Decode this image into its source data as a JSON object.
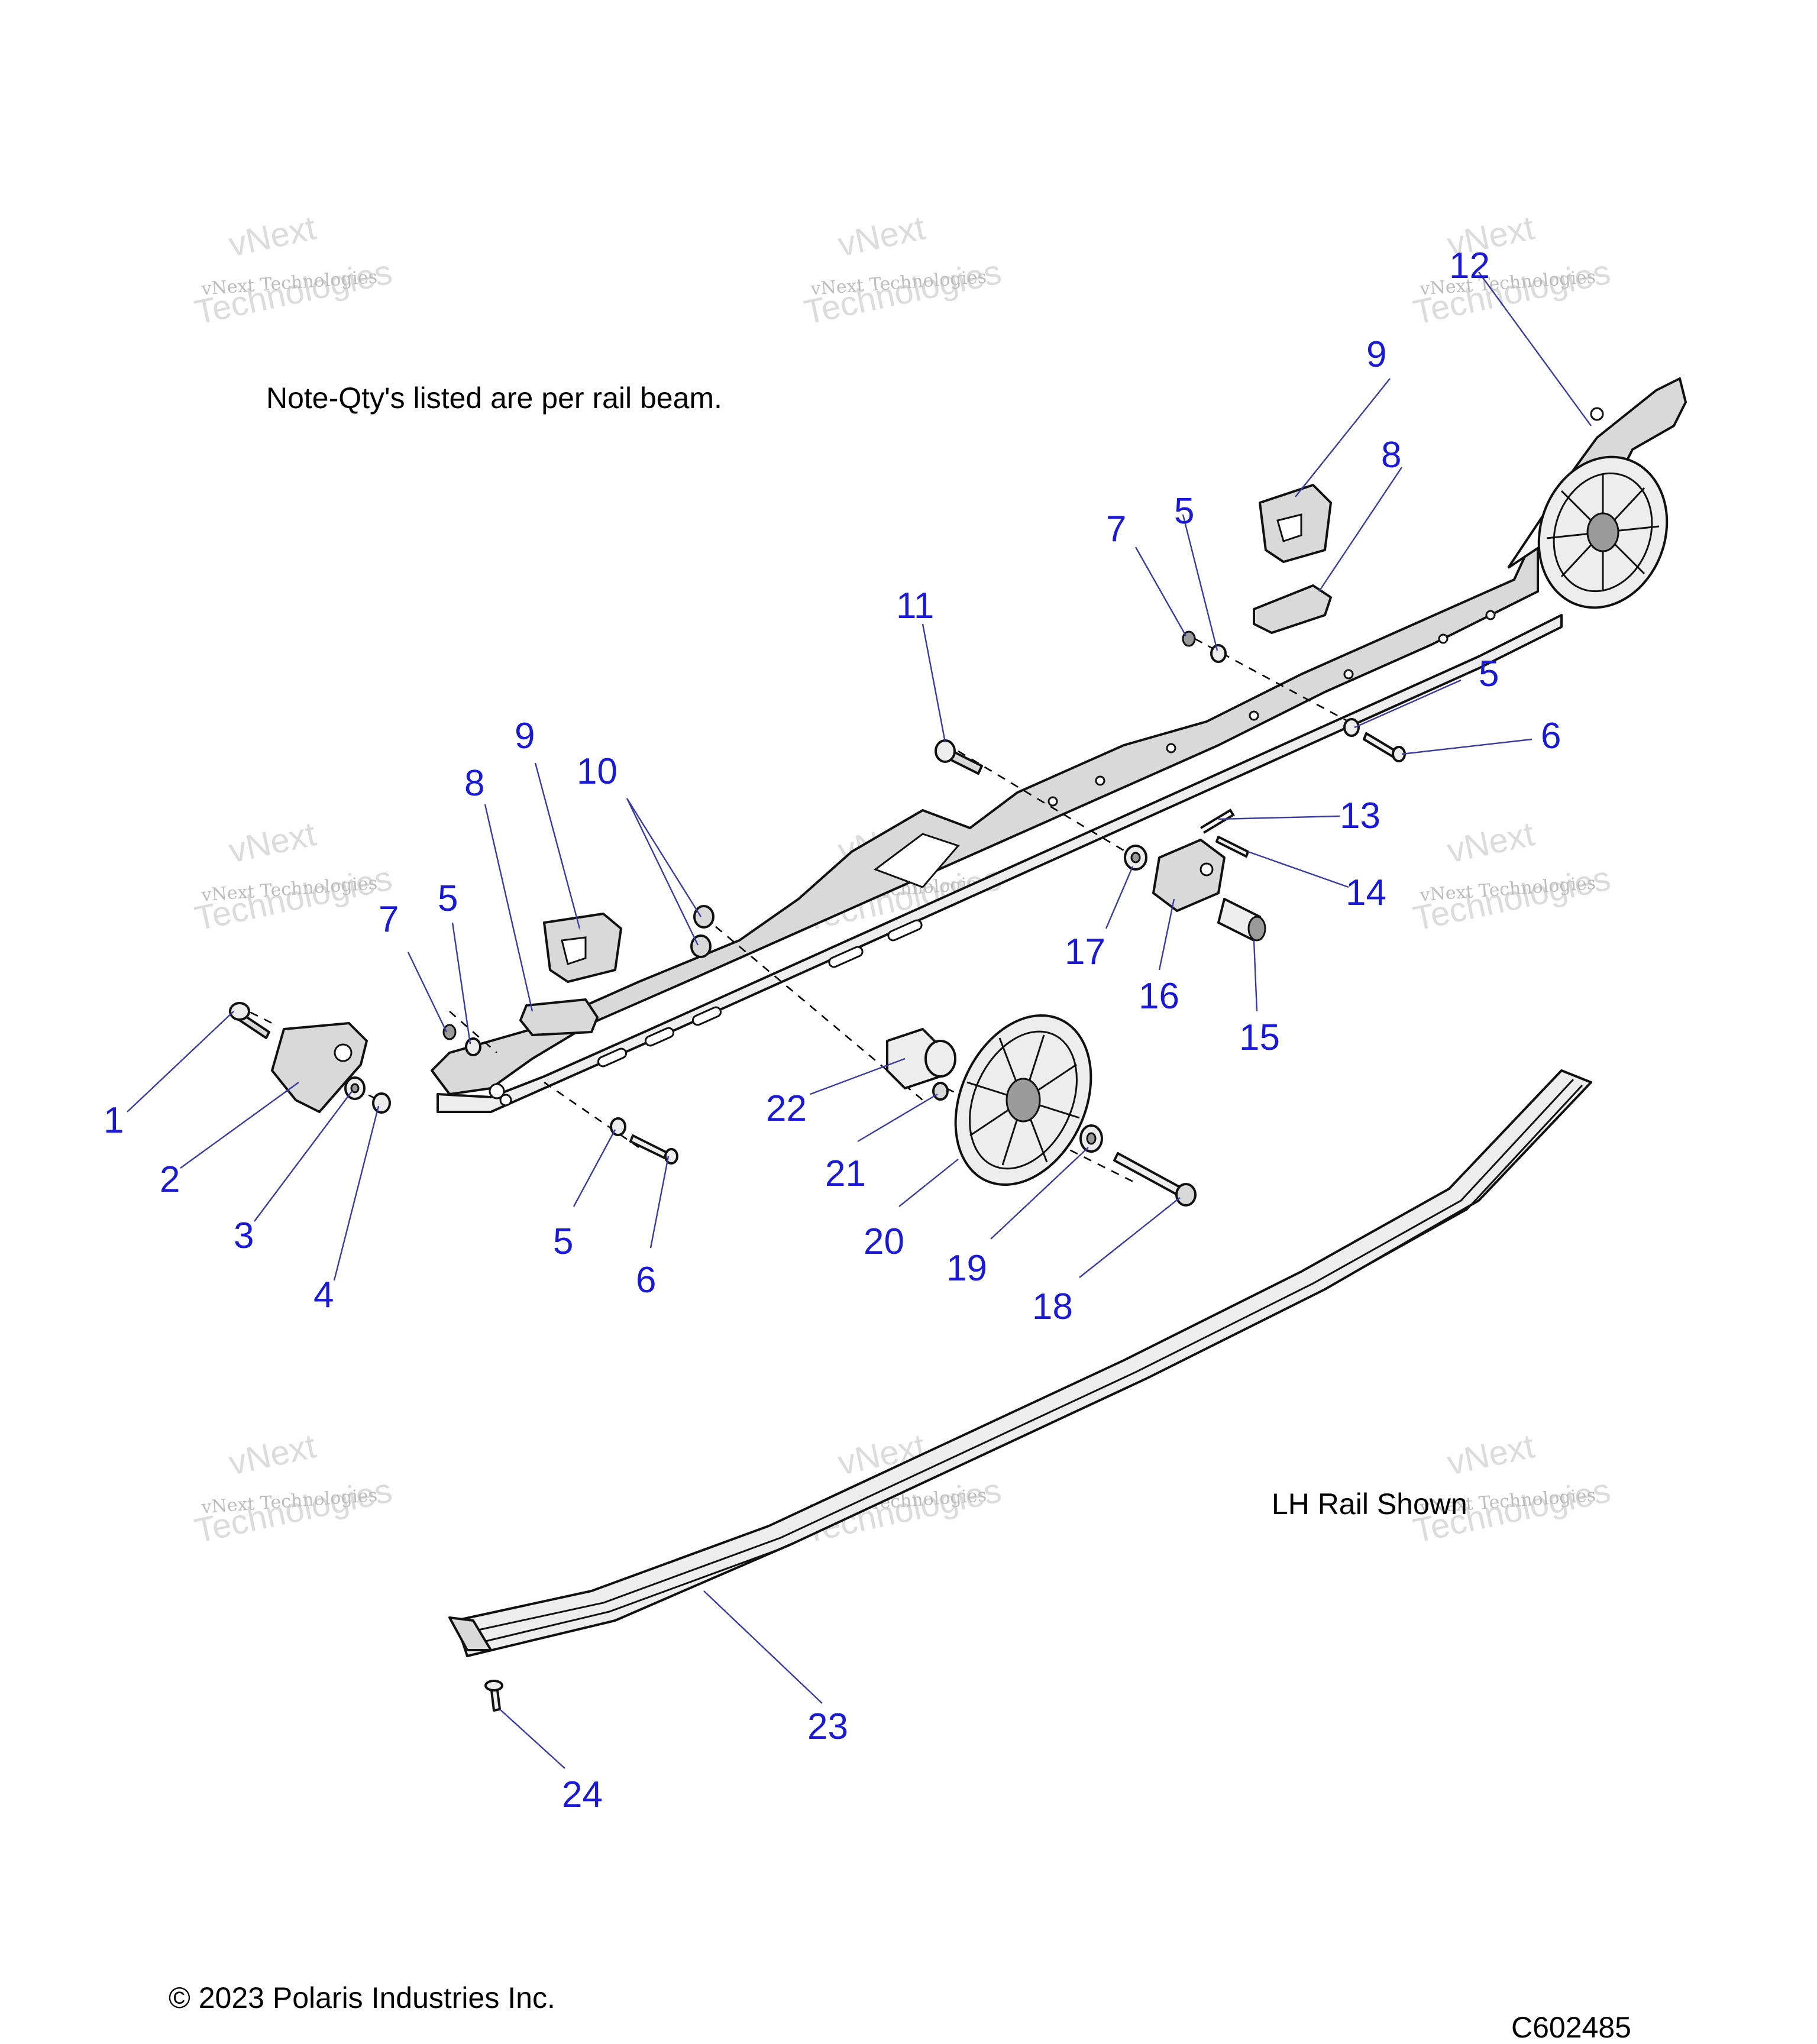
{
  "note": "Note-Qty's listed are per rail beam.",
  "view_label": "LH Rail Shown",
  "copyright": "© 2023 Polaris Industries Inc.",
  "figure_id": "C602485",
  "watermark": {
    "line1": "vNext Technologies",
    "line2": "vNext",
    "line3": "Technologies"
  },
  "callouts": [
    "1",
    "2",
    "3",
    "4",
    "5",
    "5",
    "5",
    "5",
    "6",
    "6",
    "7",
    "7",
    "8",
    "8",
    "9",
    "9",
    "10",
    "11",
    "12",
    "13",
    "14",
    "15",
    "16",
    "17",
    "18",
    "19",
    "20",
    "21",
    "22",
    "23",
    "24"
  ],
  "colors": {
    "callout": "#1a1ad6",
    "leader": "#3a3aa0",
    "part_fill": "#d9d9d9"
  }
}
